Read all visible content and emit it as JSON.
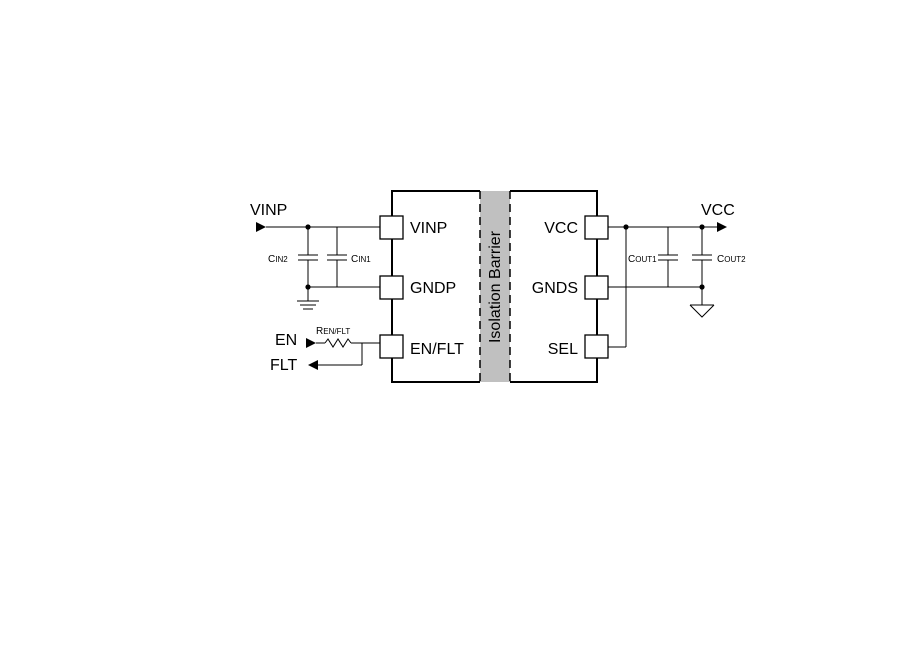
{
  "diagram": {
    "left_pins": {
      "vinp": "VINP",
      "gndp": "GNDP",
      "en_flt": "EN/FLT"
    },
    "right_pins": {
      "vcc": "VCC",
      "gnds": "GNDS",
      "sel": "SEL"
    },
    "barrier_label": "Isolation Barrier",
    "left_net": {
      "vinp": "VINP",
      "en": "EN",
      "flt": "FLT"
    },
    "right_net": {
      "vcc": "VCC"
    },
    "components": {
      "cin2": {
        "prefix": "C",
        "sub": "IN2"
      },
      "cin1": {
        "prefix": "C",
        "sub": "IN1"
      },
      "ren": {
        "prefix": "R",
        "sub": "EN/FLT"
      },
      "cout1": {
        "prefix": "C",
        "sub": "OUT1"
      },
      "cout2": {
        "prefix": "C",
        "sub": "OUT2"
      }
    }
  }
}
